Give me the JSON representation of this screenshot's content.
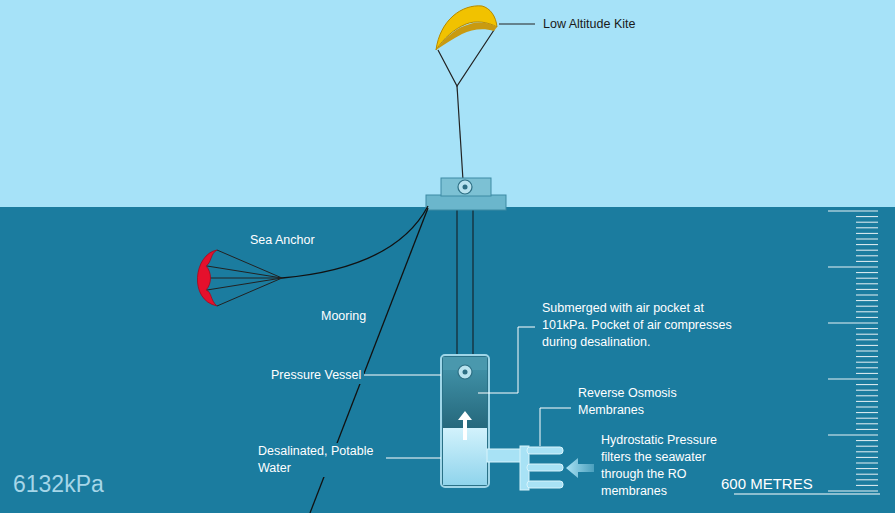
{
  "diagram": {
    "labels": [
      "Low Altitude Kite",
      "Sea Anchor",
      "Submerged with air pocket at 101kPa. Pocket of air compresses during desalination.",
      "Mooring",
      "Pressure Vessel",
      "Reverse Osmosis Membranes",
      "Hydrostatic Pressure filters the seawater through the RO membranes",
      "Desalinated, Potable Water",
      "600 METRES",
      "6132kPa"
    ]
  }
}
